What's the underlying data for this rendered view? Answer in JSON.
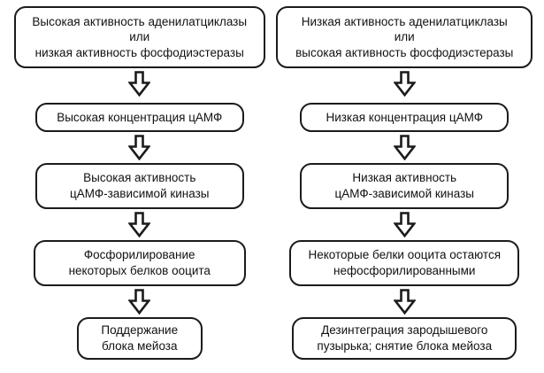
{
  "diagram": {
    "title": "",
    "colors": {
      "border": "#1b1b1b",
      "background": "#ffffff",
      "text": "#111111",
      "arrow_fill": "#ffffff",
      "arrow_outline": "#1b1b1b"
    },
    "columns": [
      {
        "name": "left-high-cAMP-pathway",
        "nodes": [
          {
            "text": "Высокая активность аденилатциклазы\nили\nнизкая активность фосфодиэстеразы"
          },
          {
            "text": "Высокая концентрация цАМФ"
          },
          {
            "text": "Высокая активность\nцАМФ-зависимой киназы"
          },
          {
            "text": "Фосфорилирование\nнекоторых белков ооцита"
          },
          {
            "text": "Поддержание\nблока мейоза"
          }
        ]
      },
      {
        "name": "right-low-cAMP-pathway",
        "nodes": [
          {
            "text": "Низкая активность аденилатциклазы\nили\nвысокая активность фосфодиэстеразы"
          },
          {
            "text": "Низкая концентрация цАМФ"
          },
          {
            "text": "Низкая активность\nцАМФ-зависимой киназы"
          },
          {
            "text": "Некоторые белки ооцита остаются\nнефосфорилированными"
          },
          {
            "text": "Дезинтеграция зародышевого\nпузырька; снятие блока мейоза"
          }
        ]
      }
    ]
  }
}
